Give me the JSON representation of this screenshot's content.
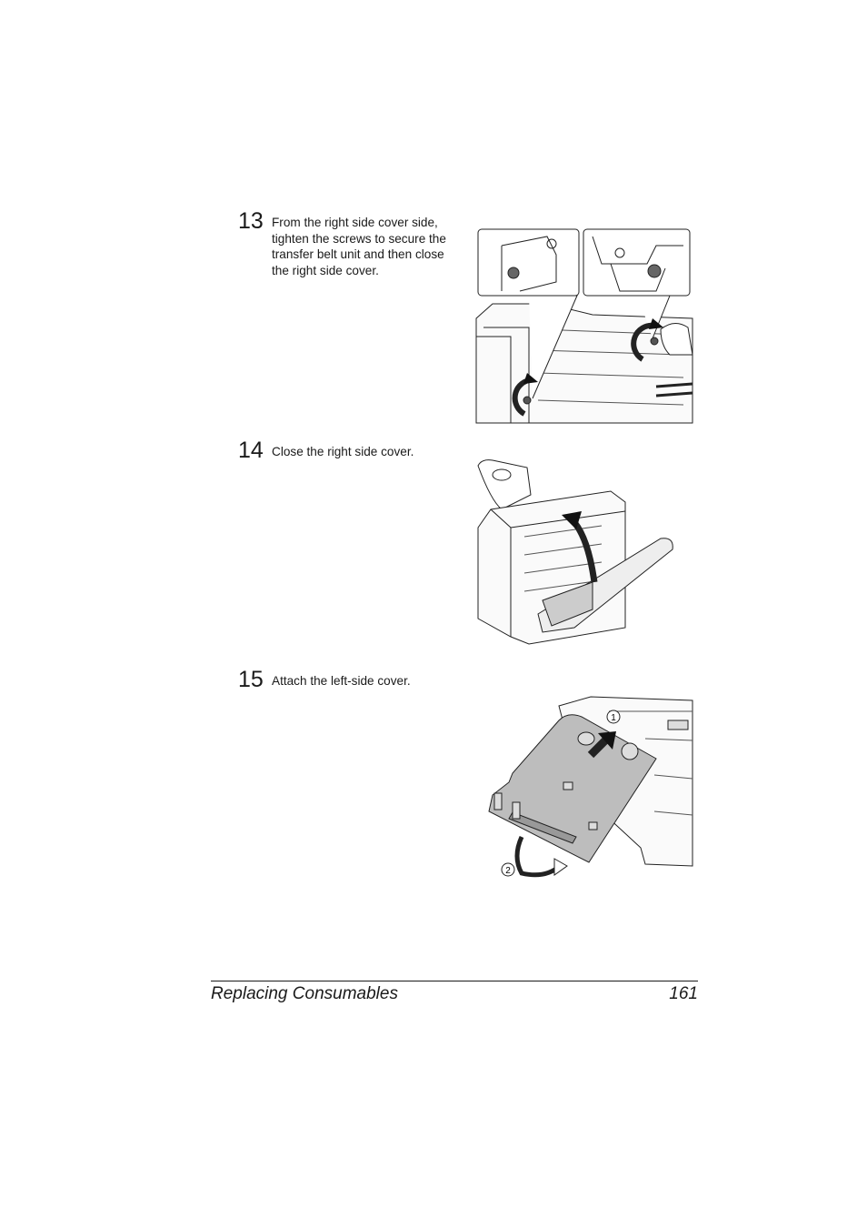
{
  "steps": [
    {
      "number": "13",
      "text": "From the right side cover side, tighten the screws to secure the transfer belt unit and then close the right side cover."
    },
    {
      "number": "14",
      "text": "Close the right side cover."
    },
    {
      "number": "15",
      "text": "Attach the left-side cover."
    }
  ],
  "figures": {
    "step15_callouts": [
      "1",
      "2"
    ]
  },
  "footer": {
    "section": "Replacing Consumables",
    "page": "161"
  }
}
